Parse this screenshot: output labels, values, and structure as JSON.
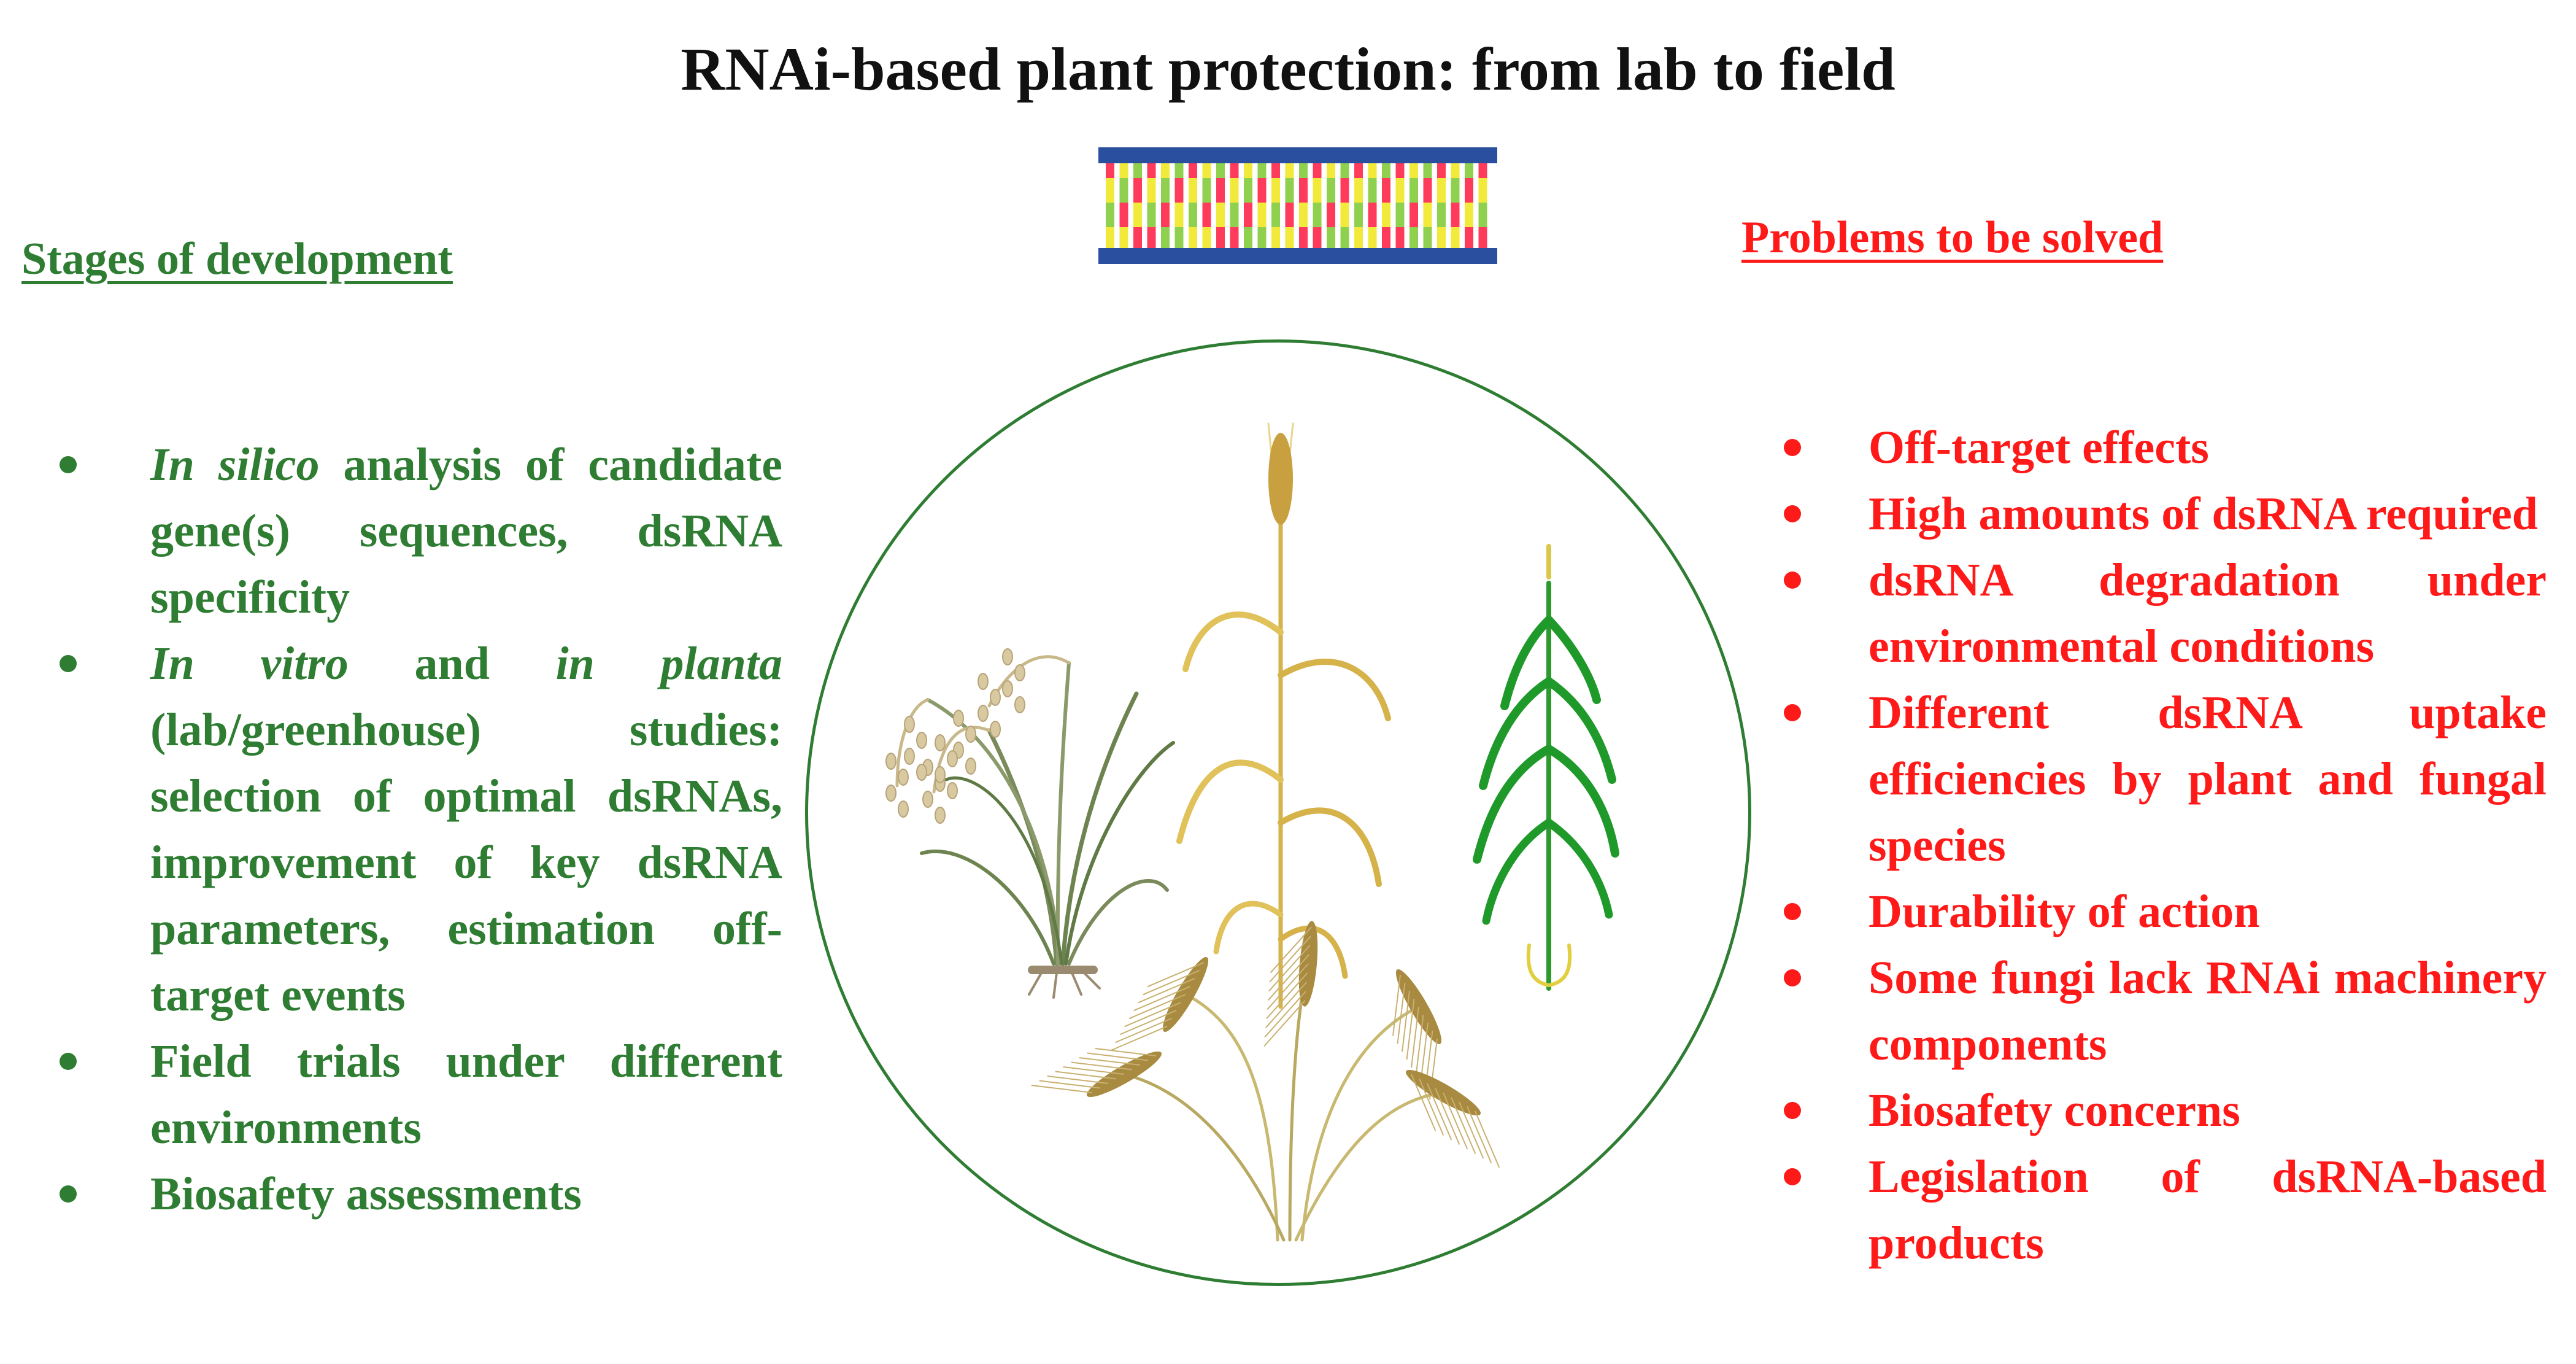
{
  "title": "RNAi-based plant protection: from lab to field",
  "stages": {
    "heading": "Stages of development",
    "items": [
      {
        "parts": [
          {
            "t": "In silico",
            "i": true
          },
          {
            "t": " analysis of candidate gene(s) sequences, dsRNA specificity",
            "i": false
          }
        ]
      },
      {
        "parts": [
          {
            "t": "In vitro",
            "i": true
          },
          {
            "t": " and ",
            "i": false
          },
          {
            "t": "in planta",
            "i": true
          },
          {
            "t": " (lab/greenhouse) studies: selection of optimal dsRNAs, improvement of key dsRNA parameters, estimation off-target events",
            "i": false
          }
        ]
      },
      {
        "parts": [
          {
            "t": "Field trials under different environments",
            "i": false
          }
        ]
      },
      {
        "parts": [
          {
            "t": "Biosafety assessments",
            "i": false
          }
        ]
      }
    ]
  },
  "problems": {
    "heading": "Problems to be solved",
    "items": [
      "Off-target effects",
      "High amounts of dsRNA required",
      "dsRNA degradation under environmental conditions",
      "Different dsRNA uptake efficiencies by plant and fungal species",
      "Durability of action",
      "Some fungi lack RNAi machinery components",
      "Biosafety concerns",
      "Legislation of dsRNA-based products"
    ]
  },
  "colors": {
    "stages": "#2e7d32",
    "problems": "#ff1a1a",
    "strand": "#2a4f9e",
    "base_pairs": [
      "#ff3b5c",
      "#f2ea3b",
      "#8fd14f",
      "#ffffff"
    ]
  }
}
